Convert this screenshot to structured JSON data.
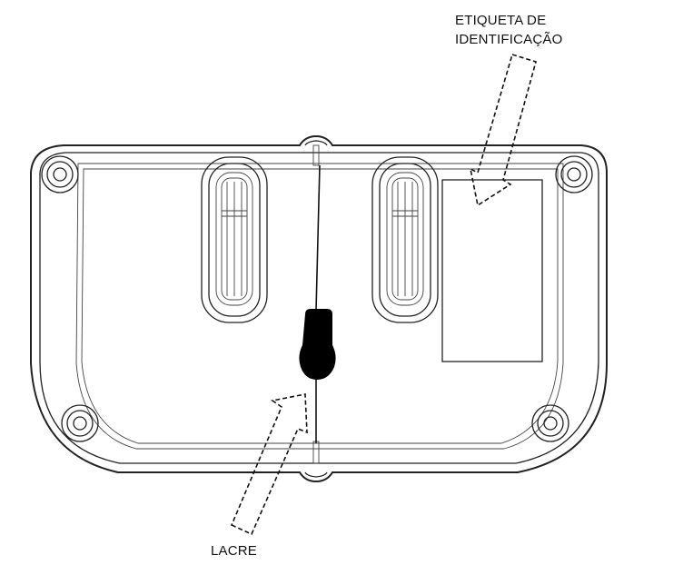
{
  "labels": {
    "id_label_line1": "ETIQUETA DE",
    "id_label_line2": "IDENTIFICAÇÃO",
    "seal_label": "LACRE"
  },
  "colors": {
    "line": "#222222",
    "seal": "#000000",
    "background": "#ffffff"
  }
}
